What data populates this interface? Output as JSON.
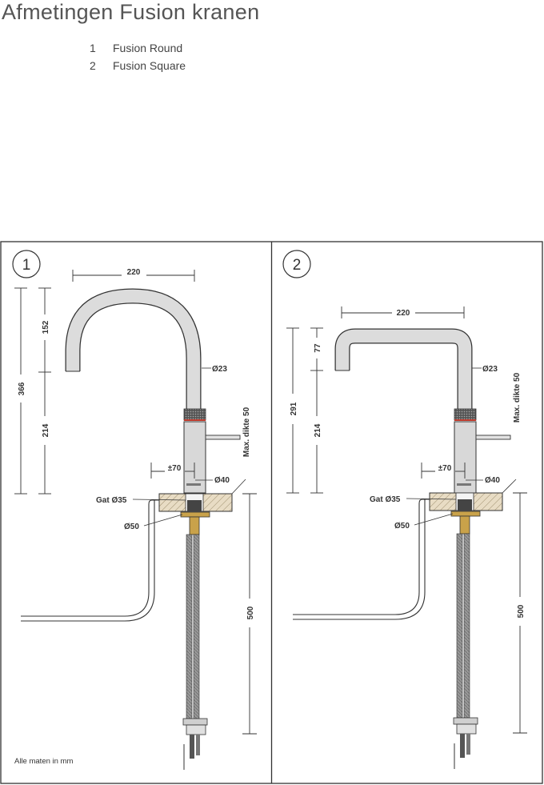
{
  "title": "Afmetingen Fusion kranen",
  "legend": [
    {
      "number": "1",
      "label": "Fusion Round"
    },
    {
      "number": "2",
      "label": "Fusion Square"
    }
  ],
  "footnote": "Alle maten in mm",
  "panels": [
    {
      "number": "1",
      "dimensions": {
        "reach": "220",
        "total_height": "366",
        "spout_height": "152",
        "body_height": "214",
        "spout_diameter": "Ø23",
        "body_diameter": "Ø40",
        "offset": "±70",
        "max_thickness": "Max. dikte 50",
        "hole": "Gat Ø35",
        "flange": "Ø50",
        "hose_length": "500"
      }
    },
    {
      "number": "2",
      "dimensions": {
        "reach": "220",
        "total_height": "291",
        "spout_height": "77",
        "body_height": "214",
        "spout_diameter": "Ø23",
        "body_diameter": "Ø40",
        "offset": "±70",
        "max_thickness": "Max. dikte 50",
        "hole": "Gat Ø35",
        "flange": "Ø50",
        "hose_length": "500"
      }
    }
  ],
  "colors": {
    "line": "#333333",
    "tap_fill": "#d4d4d4",
    "counter_fill": "#e8dcc4",
    "brass": "#c9a24a",
    "hose": "#8a8a8a",
    "accent_red": "#c0392b"
  }
}
